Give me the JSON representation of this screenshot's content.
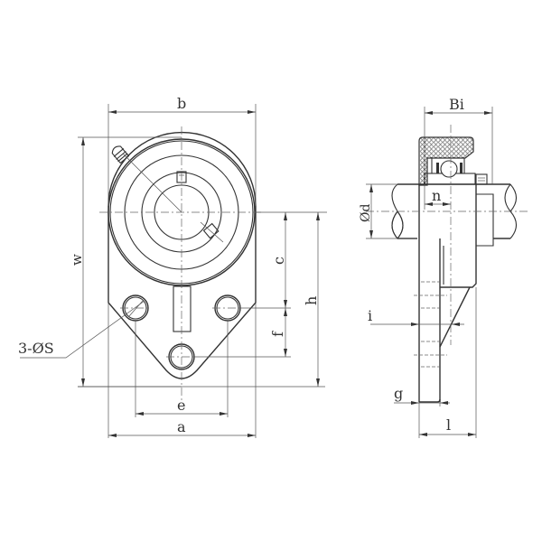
{
  "drawing": {
    "title": "3-bolt flange bearing unit dimension drawing",
    "front_view": {
      "dimension_labels": {
        "b": "b",
        "w": "w",
        "c": "c",
        "h": "h",
        "f": "f",
        "e": "e",
        "a": "a",
        "bolt_holes": "3-ØS"
      }
    },
    "side_view": {
      "dimension_labels": {
        "Bi": "Bi",
        "d": "Ød",
        "n": "n",
        "i": "i",
        "g": "g",
        "l": "l"
      }
    },
    "colors": {
      "line": "#333333",
      "background": "#ffffff"
    }
  }
}
